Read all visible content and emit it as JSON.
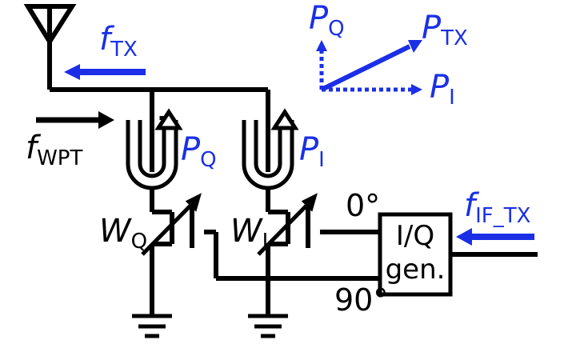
{
  "labels": {
    "f_tx_main": "f",
    "f_tx_sub": "TX",
    "f_wpt_main": "f",
    "f_wpt_sub": "WPT",
    "pq_main": "P",
    "pq_sub": "Q",
    "pi_main": "P",
    "pi_sub": "I",
    "wq_main": "W",
    "wq_sub": "Q",
    "wi_main": "W",
    "wi_sub": "I",
    "deg0": "0°",
    "deg90": "90°",
    "iq_line1": "I/Q",
    "iq_line2": "gen.",
    "fif_main": "f",
    "fif_sub": "IF_TX",
    "vec_pq_main": "P",
    "vec_pq_sub": "Q",
    "vec_ptx_main": "P",
    "vec_ptx_sub": "TX",
    "vec_pi_main": "P",
    "vec_pi_sub": "I"
  },
  "colors": {
    "signal": "#1a2fe6",
    "wire": "#000000"
  },
  "icons": [
    "antenna-icon",
    "ground-icon",
    "variable-capacitor-icon",
    "coupler-icon"
  ]
}
